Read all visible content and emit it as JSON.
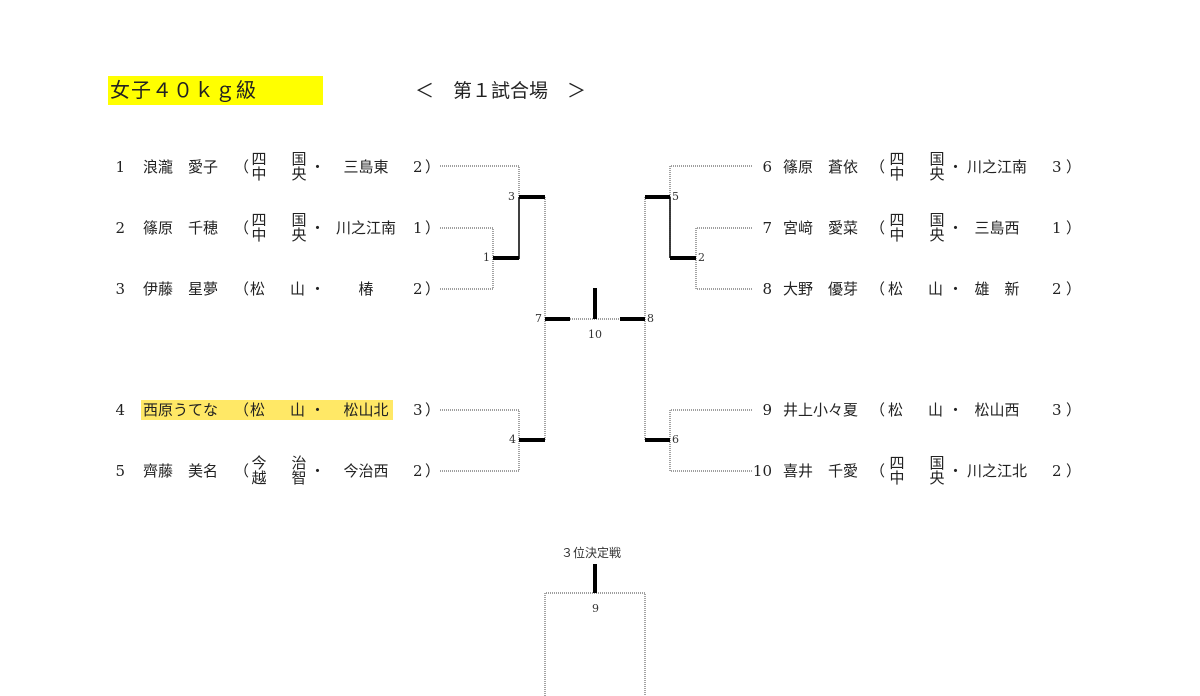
{
  "header": {
    "title": "女子４０ｋｇ級",
    "venue": "＜　第１試合場　＞"
  },
  "entries_left": [
    {
      "num": "1",
      "name": "浪瀧　愛子",
      "pref1": "四中",
      "pref2": "国央",
      "school": "三島東",
      "grade": "2",
      "highlight": false
    },
    {
      "num": "2",
      "name": "篠原　千穂",
      "pref1": "四中",
      "pref2": "国央",
      "school": "川之江南",
      "grade": "1",
      "highlight": false
    },
    {
      "num": "3",
      "name": "伊藤　星夢",
      "pref1": "松",
      "pref2": "山",
      "school": "椿",
      "grade": "2",
      "highlight": false
    },
    {
      "num": "4",
      "name": "西原うてな",
      "pref1": "松",
      "pref2": "山",
      "school": "松山北",
      "grade": "3",
      "highlight": true
    },
    {
      "num": "5",
      "name": "齊藤　美名",
      "pref1": "今越",
      "pref2": "治智",
      "school": "今治西",
      "grade": "2",
      "highlight": false
    }
  ],
  "entries_right": [
    {
      "num": "6",
      "name": "篠原　蒼依",
      "pref1": "四中",
      "pref2": "国央",
      "school": "川之江南",
      "grade": "3",
      "highlight": false
    },
    {
      "num": "7",
      "name": "宮﨑　愛菜",
      "pref1": "四中",
      "pref2": "国央",
      "school": "三島西",
      "grade": "1",
      "highlight": false
    },
    {
      "num": "8",
      "name": "大野　優芽",
      "pref1": "松",
      "pref2": "山",
      "school": "雄　新",
      "grade": "2",
      "highlight": false
    },
    {
      "num": "9",
      "name": "井上小々夏",
      "pref1": "松",
      "pref2": "山",
      "school": "松山西",
      "grade": "3",
      "highlight": false
    },
    {
      "num": "10",
      "name": "喜井　千愛",
      "pref1": "四中",
      "pref2": "国央",
      "school": "川之江北",
      "grade": "2",
      "highlight": false
    }
  ],
  "punct": {
    "open": "（",
    "dot": "・",
    "close": "）"
  },
  "matches": {
    "m1": "1",
    "m2": "2",
    "m3": "3",
    "m4": "4",
    "m5": "5",
    "m6": "6",
    "m7": "7",
    "m8": "8",
    "m9": "9",
    "m10": "10"
  },
  "third_place": {
    "label": "３位決定戦"
  },
  "colors": {
    "title_bg": "#ffff00",
    "highlight": "#ffe866"
  }
}
